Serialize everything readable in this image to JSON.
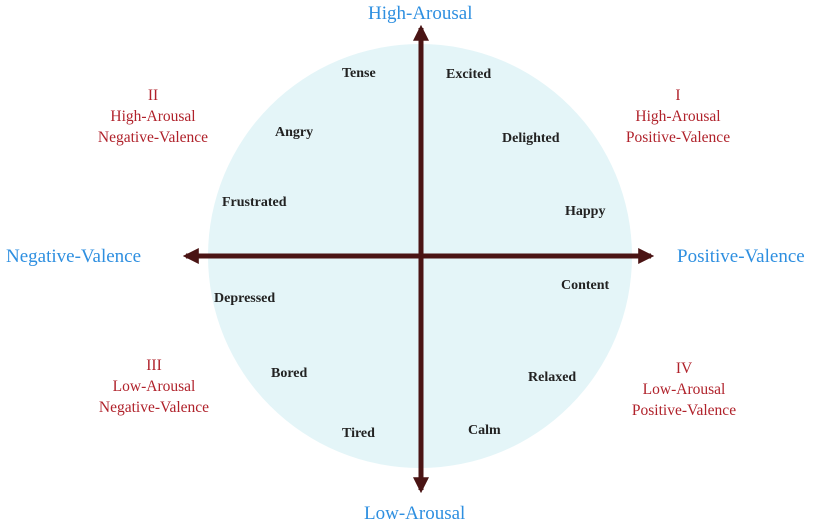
{
  "axes": {
    "top": "High-Arousal",
    "bottom": "Low-Arousal",
    "left": "Negative-Valence",
    "right": "Positive-Valence"
  },
  "quadrants": [
    {
      "numeral": "I",
      "line1": "High-Arousal",
      "line2": "Positive-Valence"
    },
    {
      "numeral": "II",
      "line1": "High-Arousal",
      "line2": "Negative-Valence"
    },
    {
      "numeral": "III",
      "line1": "Low-Arousal",
      "line2": "Negative-Valence"
    },
    {
      "numeral": "IV",
      "line1": "Low-Arousal",
      "line2": "Positive-Valence"
    }
  ],
  "emotions": [
    "Tense",
    "Excited",
    "Angry",
    "Delighted",
    "Frustrated",
    "Happy",
    "Depressed",
    "Content",
    "Bored",
    "Relaxed",
    "Tired",
    "Calm"
  ],
  "colors": {
    "circle_fill": "#e4f5f8",
    "arrow": "#4a1414",
    "axis_label": "#2e8fe0",
    "quadrant_label": "#b0222b",
    "emotion_label": "#222222"
  }
}
